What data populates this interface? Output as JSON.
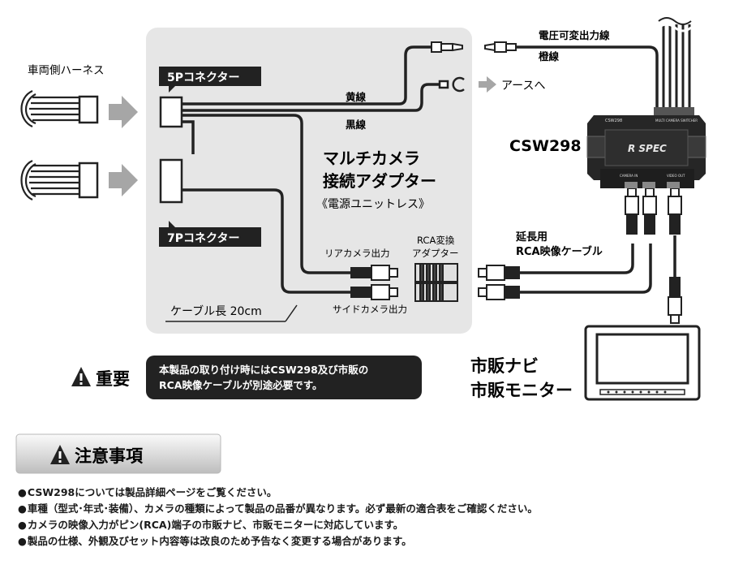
{
  "harness": {
    "vehicle_side": "車両側ハーネス"
  },
  "connectors": {
    "five_pin": "5Pコネクター",
    "seven_pin": "7Pコネクター"
  },
  "wires": {
    "yellow": "黄線",
    "black": "黒線",
    "variable_output": "電圧可変出力線",
    "orange": "橙線",
    "to_ground": "アースへ"
  },
  "adapter": {
    "title_line1": "マルチカメラ",
    "title_line2": "接続アダプター",
    "subtitle": "《電源ユニットレス》"
  },
  "outputs": {
    "rear_camera": "リアカメラ出力",
    "side_camera": "サイドカメラ出力",
    "rca_adapter_line1": "RCA変換",
    "rca_adapter_line2": "アダプター"
  },
  "cable_length": "ケーブル長 20cm",
  "device": {
    "model": "CSW298",
    "brand": "R SPEC",
    "label_left": "CSW298",
    "label_right": "MULTI CAMERA SWITCHER",
    "port_left": "CAMERA IN",
    "port_right": "VIDEO OUT"
  },
  "extension_cable": {
    "line1": "延長用",
    "line2": "RCA映像ケーブル"
  },
  "monitor": {
    "line1": "市販ナビ",
    "line2": "市販モニター"
  },
  "important": {
    "label": "重要",
    "message_line1": "本製品の取り付け時にはCSW298及び市販の",
    "message_line2": "RCA映像ケーブルが別途必要です。"
  },
  "caution": {
    "title": "注意事項"
  },
  "notes": [
    "CSW298については製品詳細ページをご覧ください。",
    "車種（型式･年式･装備）、カメラの種類によって製品の品番が異なります。必ず最新の適合表をご確認ください。",
    "カメラの映像入力がピン(RCA)端子の市販ナビ、市販モニターに対応しています。",
    "製品の仕様、外観及びセット内容等は改良のため予告なく変更する場合があります。"
  ],
  "colors": {
    "panel": "#e6e6e6",
    "dark": "#222222",
    "arrow": "#a6a6a6"
  }
}
